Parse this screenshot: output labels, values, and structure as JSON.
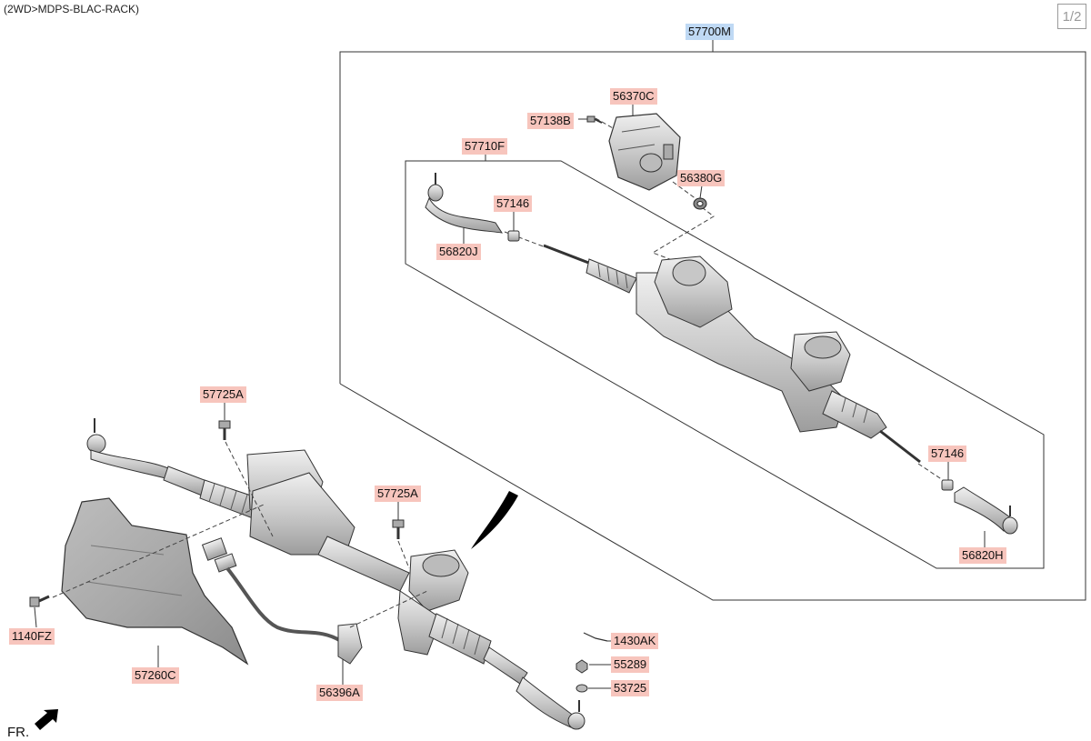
{
  "header": {
    "title": "(2WD>MDPS-BLAC-RACK)"
  },
  "pager": {
    "text": "1/2"
  },
  "orientation": {
    "label": "FR."
  },
  "colors": {
    "part_label_bg": "#f7c5bd",
    "assembly_label_bg": "#bfd9f4",
    "line": "#333333",
    "part_fill": "#d4d4d4"
  },
  "callouts": {
    "c57700M": "57700M",
    "c56370C": "56370C",
    "c57138B": "57138B",
    "c57710F": "57710F",
    "c56380G": "56380G",
    "c57146a": "57146",
    "c56820J": "56820J",
    "c57146b": "57146",
    "c56820H": "56820H",
    "c57725Aa": "57725A",
    "c57725Ab": "57725A",
    "c1140FZ": "1140FZ",
    "c57260C": "57260C",
    "c56396A": "56396A",
    "c1430AK": "1430AK",
    "c55289": "55289",
    "c53725": "53725"
  }
}
